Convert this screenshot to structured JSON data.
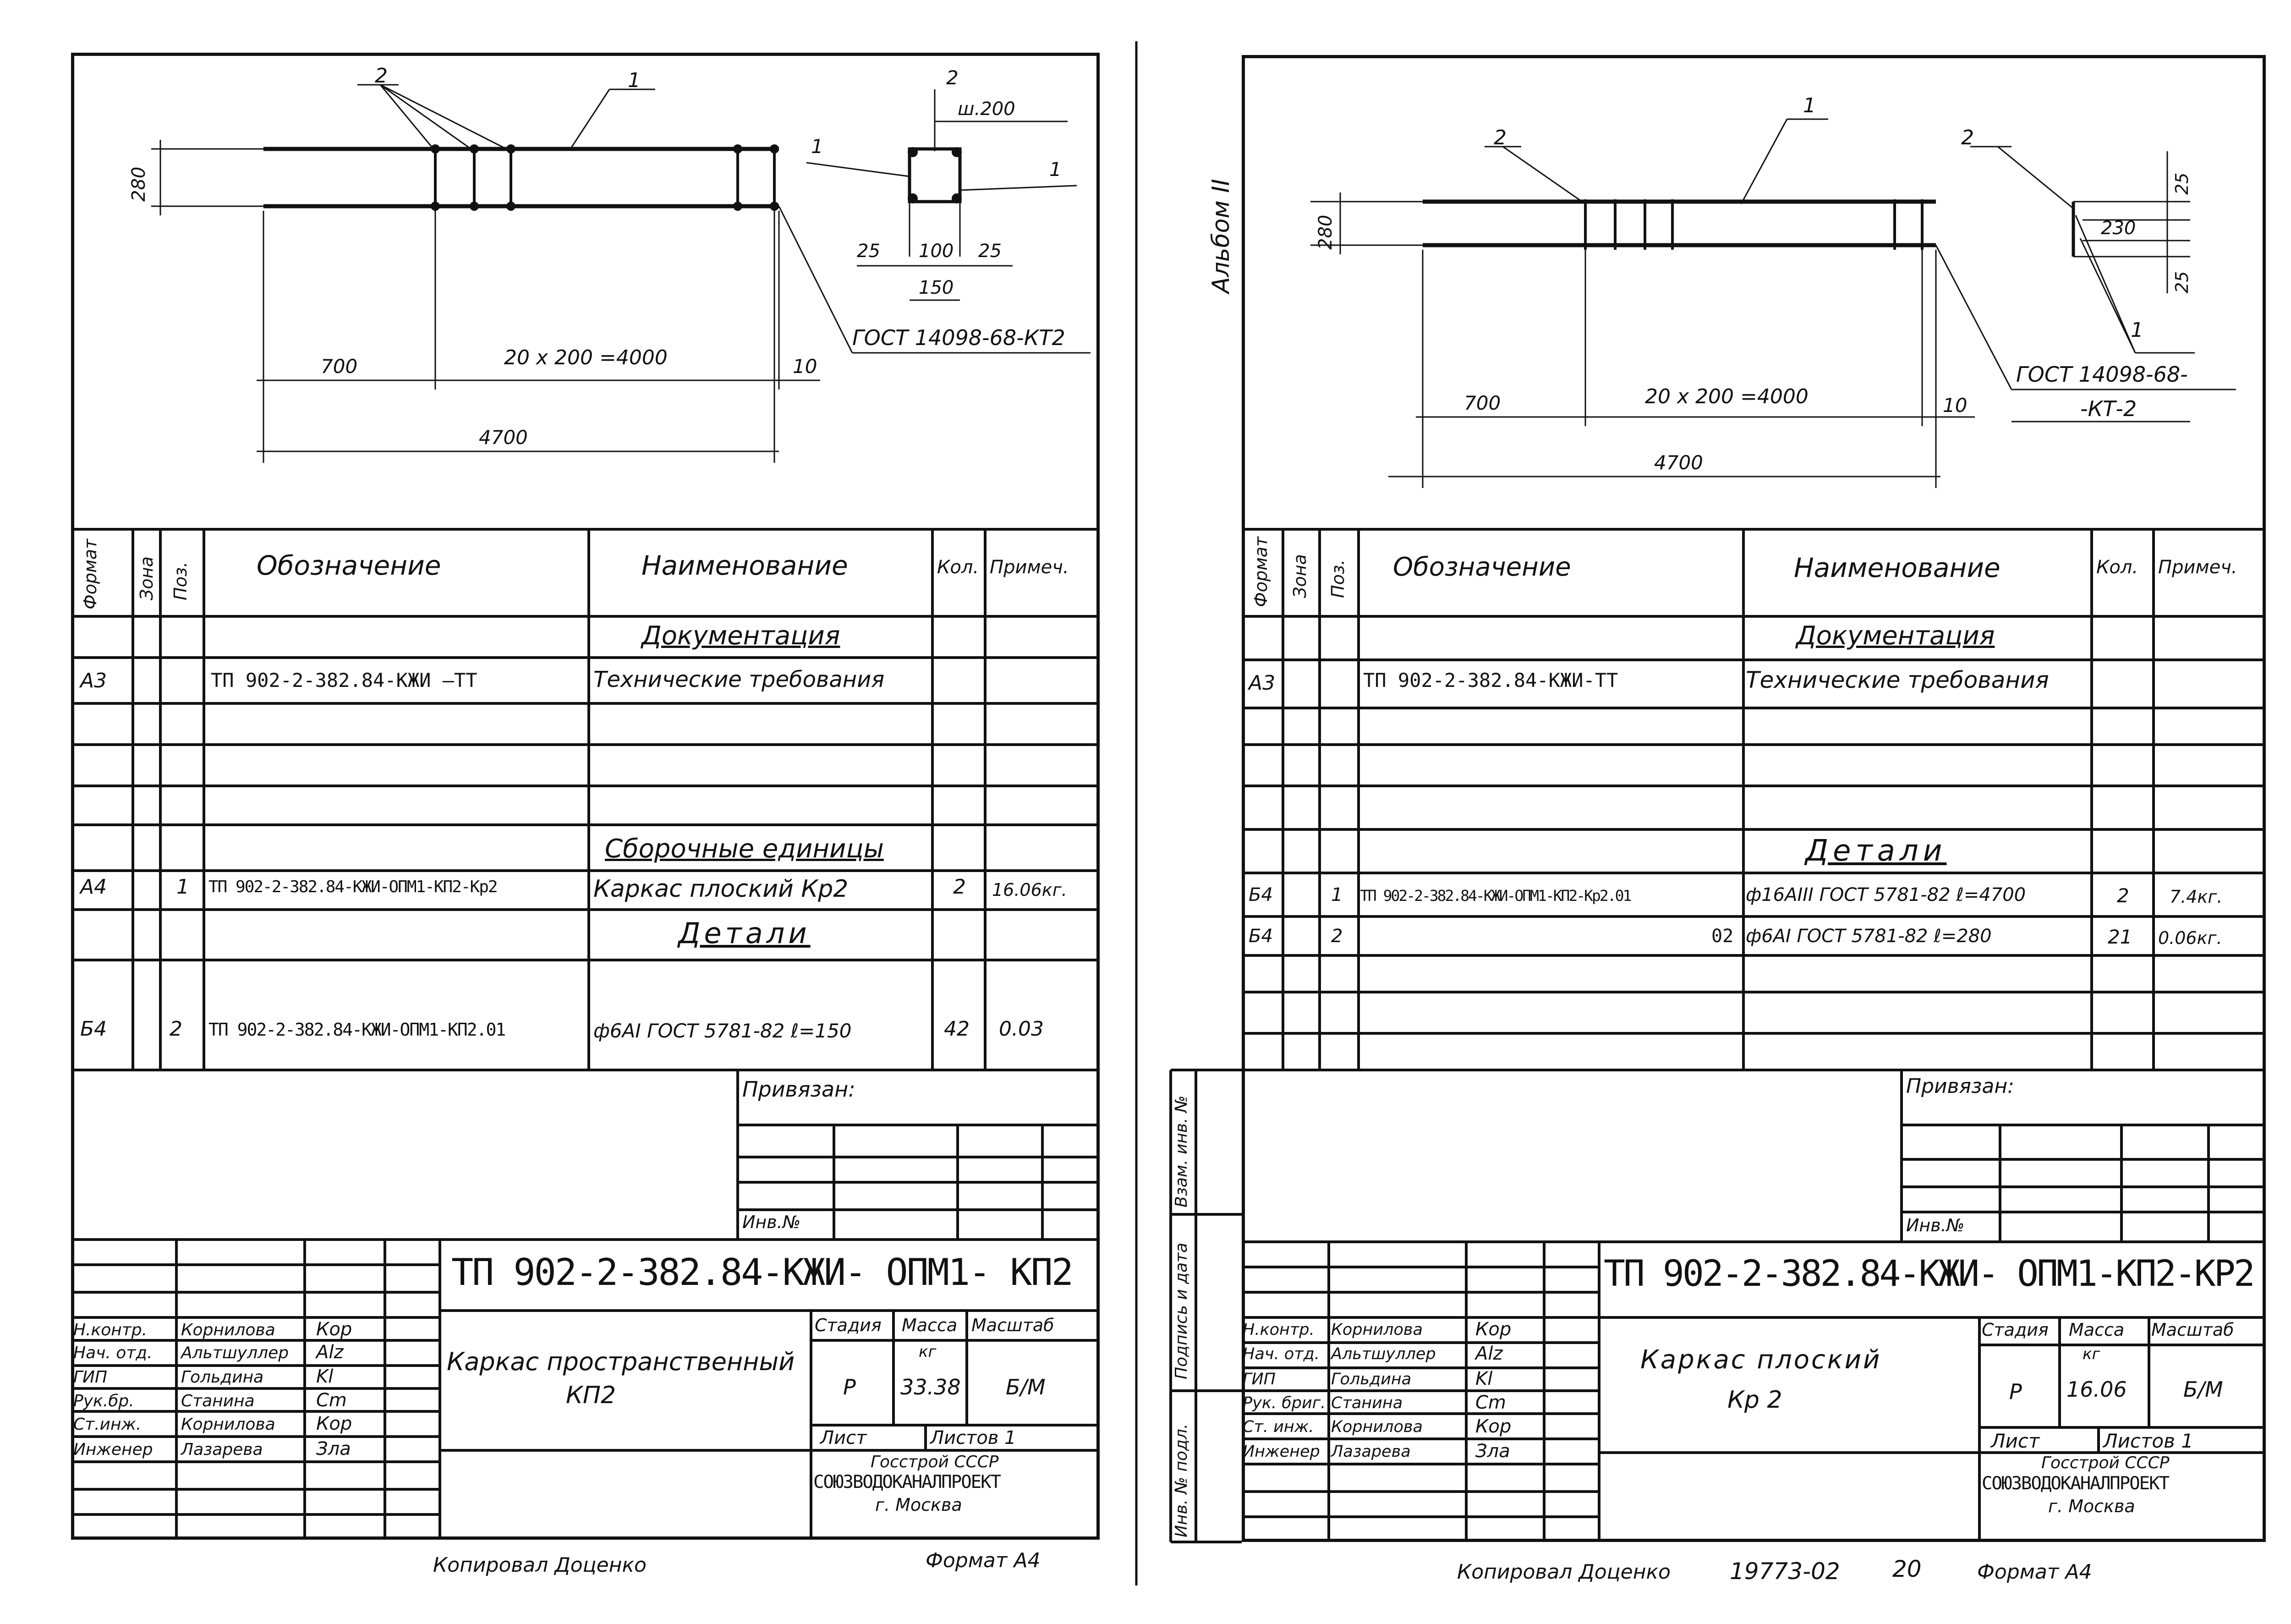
{
  "left": {
    "drawing": {
      "callout_1": "1",
      "callout_2": "2",
      "section_callout_2": "2",
      "section_callout_1a": "1",
      "section_callout_1b": "1",
      "dim_height": "280",
      "dim_start": "700",
      "dim_middle": "20 x 200 =4000",
      "dim_end": "10",
      "dim_total": "4700",
      "section_step": "ш.200",
      "section_dim_a": "25",
      "section_dim_b": "100",
      "section_dim_c": "25",
      "section_dim_total": "150",
      "gost_ref": "ГОСТ 14098-68-КТ2"
    },
    "spec": {
      "headers": [
        "Формат",
        "Зона",
        "Поз.",
        "Обозначение",
        "Наименование",
        "Кол.",
        "Примеч."
      ],
      "rows": [
        {
          "format": "",
          "zone": "",
          "pos": "",
          "designation": "",
          "name": "Документация",
          "qty": "",
          "note": "",
          "section": true
        },
        {
          "format": "А3",
          "zone": "",
          "pos": "",
          "designation": "ТП 902-2-382.84-КЖИ –ТТ",
          "name": "Технические требования",
          "qty": "",
          "note": ""
        },
        {
          "format": "",
          "zone": "",
          "pos": "",
          "designation": "",
          "name": "",
          "qty": "",
          "note": ""
        },
        {
          "format": "",
          "zone": "",
          "pos": "",
          "designation": "",
          "name": "",
          "qty": "",
          "note": ""
        },
        {
          "format": "",
          "zone": "",
          "pos": "",
          "designation": "",
          "name": "Сборочные единицы",
          "qty": "",
          "note": "",
          "section": true
        },
        {
          "format": "А4",
          "zone": "",
          "pos": "1",
          "designation": "ТП 902-2-382.84-КЖИ-ОПМ1-КП2-Кр2",
          "name": "Каркас плоский Кр2",
          "qty": "2",
          "note": "16.06кг."
        },
        {
          "format": "",
          "zone": "",
          "pos": "",
          "designation": "",
          "name": "Детали",
          "qty": "",
          "note": "",
          "section": true
        },
        {
          "format": "Б4",
          "zone": "",
          "pos": "2",
          "designation": "ТП 902-2-382.84-КЖИ-ОПМ1-КП2.01",
          "name": "ф6АI ГОСТ 5781-82 ℓ=150",
          "qty": "42",
          "note": "0.03"
        }
      ]
    },
    "bound": "Привязан:",
    "inv_no": "Инв.№",
    "stamp": {
      "code": "ТП 902-2-382.84-КЖИ- ОПМ1- КП2",
      "title_line1": "Каркас пространственный",
      "title_line2": "КП2",
      "stage_label": "Стадия",
      "mass_label": "Масса",
      "scale_label": "Масштаб",
      "mass_unit": "кг",
      "stage": "Р",
      "mass": "33.38",
      "scale": "Б/М",
      "sheet_label": "Лист",
      "sheets_label": "Листов 1",
      "org1": "Госстрой СССР",
      "org2": "СОЮЗВОДОКАНАЛПРОЕКТ",
      "org3": "г. Москва",
      "people": [
        {
          "role": "Н.контр.",
          "name": "Корнилова",
          "sign": "Кор"
        },
        {
          "role": "Нач. отд.",
          "name": "Альтшуллер",
          "sign": "Alz"
        },
        {
          "role": "ГИП",
          "name": "Гольдина",
          "sign": "Kl"
        },
        {
          "role": "Рук.бр.",
          "name": "Станина",
          "sign": "Cm"
        },
        {
          "role": "Ст.инж.",
          "name": "Корнилова",
          "sign": "Кор"
        },
        {
          "role": "Инженер",
          "name": "Лазарева",
          "sign": "Зла"
        }
      ]
    },
    "copied": "Копировал Доценко",
    "format": "Формат А4"
  },
  "right": {
    "album": "Альбом II",
    "drawing": {
      "callout_1": "1",
      "callout_2a": "2",
      "callout_2b": "2",
      "section_callout_1": "1",
      "dim_height": "280",
      "dim_start": "700",
      "dim_middle": "20 x 200 =4000",
      "dim_end": "10",
      "dim_total": "4700",
      "side_dim_a": "25",
      "side_dim_b": "230",
      "side_dim_c": "25",
      "gost_ref1": "ГОСТ 14098-68-",
      "gost_ref2": "-КТ-2"
    },
    "spec": {
      "headers": [
        "Формат",
        "Зона",
        "Поз.",
        "Обозначение",
        "Наименование",
        "Кол.",
        "Примеч."
      ],
      "rows": [
        {
          "format": "",
          "zone": "",
          "pos": "",
          "designation": "",
          "name": "Документация",
          "qty": "",
          "note": "",
          "section": true
        },
        {
          "format": "А3",
          "zone": "",
          "pos": "",
          "designation": "ТП 902-2-382.84-КЖИ-ТТ",
          "name": "Технические требования",
          "qty": "",
          "note": ""
        },
        {
          "format": "",
          "zone": "",
          "pos": "",
          "designation": "",
          "name": "",
          "qty": "",
          "note": ""
        },
        {
          "format": "",
          "zone": "",
          "pos": "",
          "designation": "",
          "name": "",
          "qty": "",
          "note": ""
        },
        {
          "format": "",
          "zone": "",
          "pos": "",
          "designation": "",
          "name": "Детали",
          "qty": "",
          "note": "",
          "section": true
        },
        {
          "format": "Б4",
          "zone": "",
          "pos": "1",
          "designation": "ТП 902-2-382.84-КЖИ-ОПМ1-КП2-Кр2.01",
          "name": "ф16АIII ГОСТ 5781-82 ℓ=4700",
          "qty": "2",
          "note": "7.4кг."
        },
        {
          "format": "Б4",
          "zone": "",
          "pos": "2",
          "designation": "02",
          "name": "ф6АI ГОСТ 5781-82 ℓ=280",
          "qty": "21",
          "note": "0.06кг."
        },
        {
          "format": "",
          "zone": "",
          "pos": "",
          "designation": "",
          "name": "",
          "qty": "",
          "note": ""
        }
      ]
    },
    "bound": "Привязан:",
    "inv_no": "Инв.№",
    "margin_labels": [
      "Взам. инв. №",
      "Подпись и дата",
      "Инв. № подл."
    ],
    "stamp": {
      "code": "ТП 902-2-382.84-КЖИ- ОПМ1-КП2-КР2",
      "title_line1": "Каркас плоский",
      "title_line2": "Кр 2",
      "stage_label": "Стадия",
      "mass_label": "Масса",
      "scale_label": "Масштаб",
      "mass_unit": "кг",
      "stage": "Р",
      "mass": "16.06",
      "scale": "Б/М",
      "sheet_label": "Лист",
      "sheets_label": "Листов 1",
      "org1": "Госстрой СССР",
      "org2": "СОЮЗВОДОКАНАЛПРОЕКТ",
      "org3": "г. Москва",
      "people": [
        {
          "role": "Н.контр.",
          "name": "Корнилова",
          "sign": "Кор"
        },
        {
          "role": "Нач. отд.",
          "name": "Альтшуллер",
          "sign": "Alz"
        },
        {
          "role": "ГИП",
          "name": "Гольдина",
          "sign": "Kl"
        },
        {
          "role": "Рук. бриг.",
          "name": "Станина",
          "sign": "Cm"
        },
        {
          "role": "Ст. инж.",
          "name": "Корнилова",
          "sign": "Кор"
        },
        {
          "role": "Инженер",
          "name": "Лазарева",
          "sign": "Зла"
        }
      ]
    },
    "copied": "Копировал Доценко",
    "order_no": "19773-02",
    "page_no": "20",
    "format": "Формат А4"
  }
}
